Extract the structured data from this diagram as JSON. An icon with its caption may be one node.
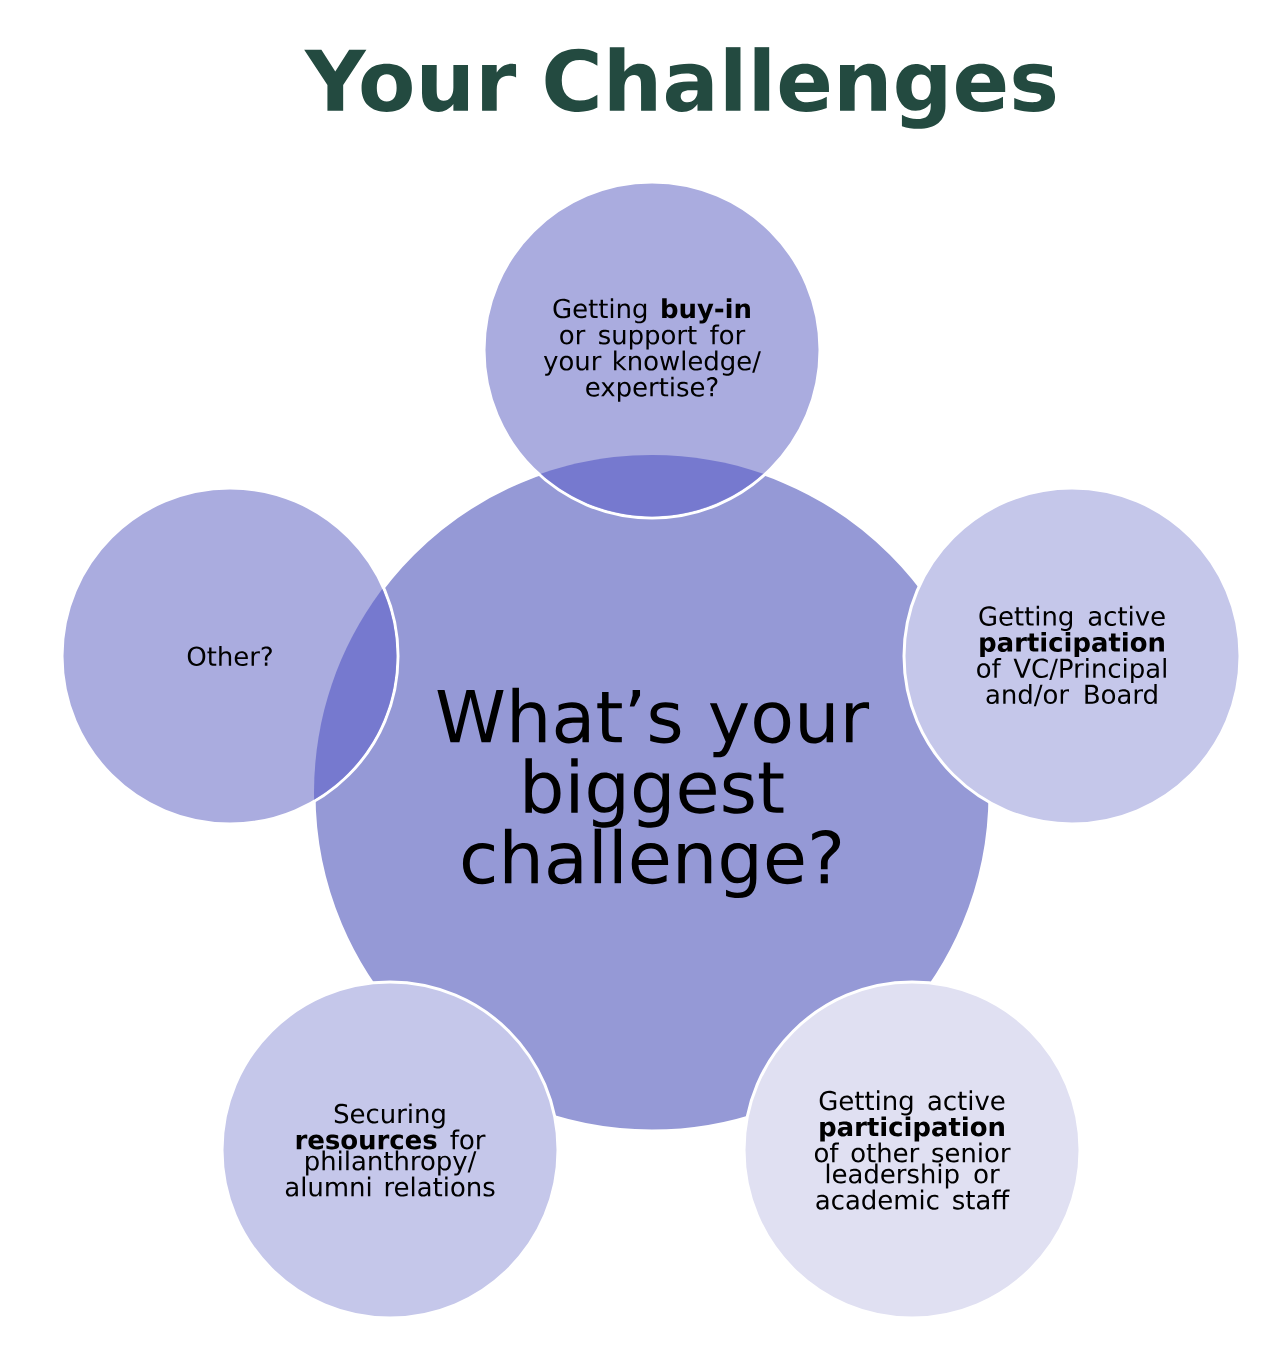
{
  "diagram": {
    "title": "Your Challenges",
    "nodes": [
      {
        "text": [
          "Getting **buy-in** or support for your knowledge/ expertise?"
        ]
      },
      {
        "text": [
          "Other?"
        ]
      },
      {
        "text": [
          "What’s your biggest challenge?"
        ]
      },
      {
        "text": [
          "Getting active **participation** of VC/Principal and/or Board"
        ]
      },
      {
        "text": [
          "Securing **resources** for philanthropy/ alumni relations"
        ]
      },
      {
        "text": [
          "Getting active **participation** of other senior leadership or academic staff"
        ]
      }
    ],
    "edges": []
  }
}
